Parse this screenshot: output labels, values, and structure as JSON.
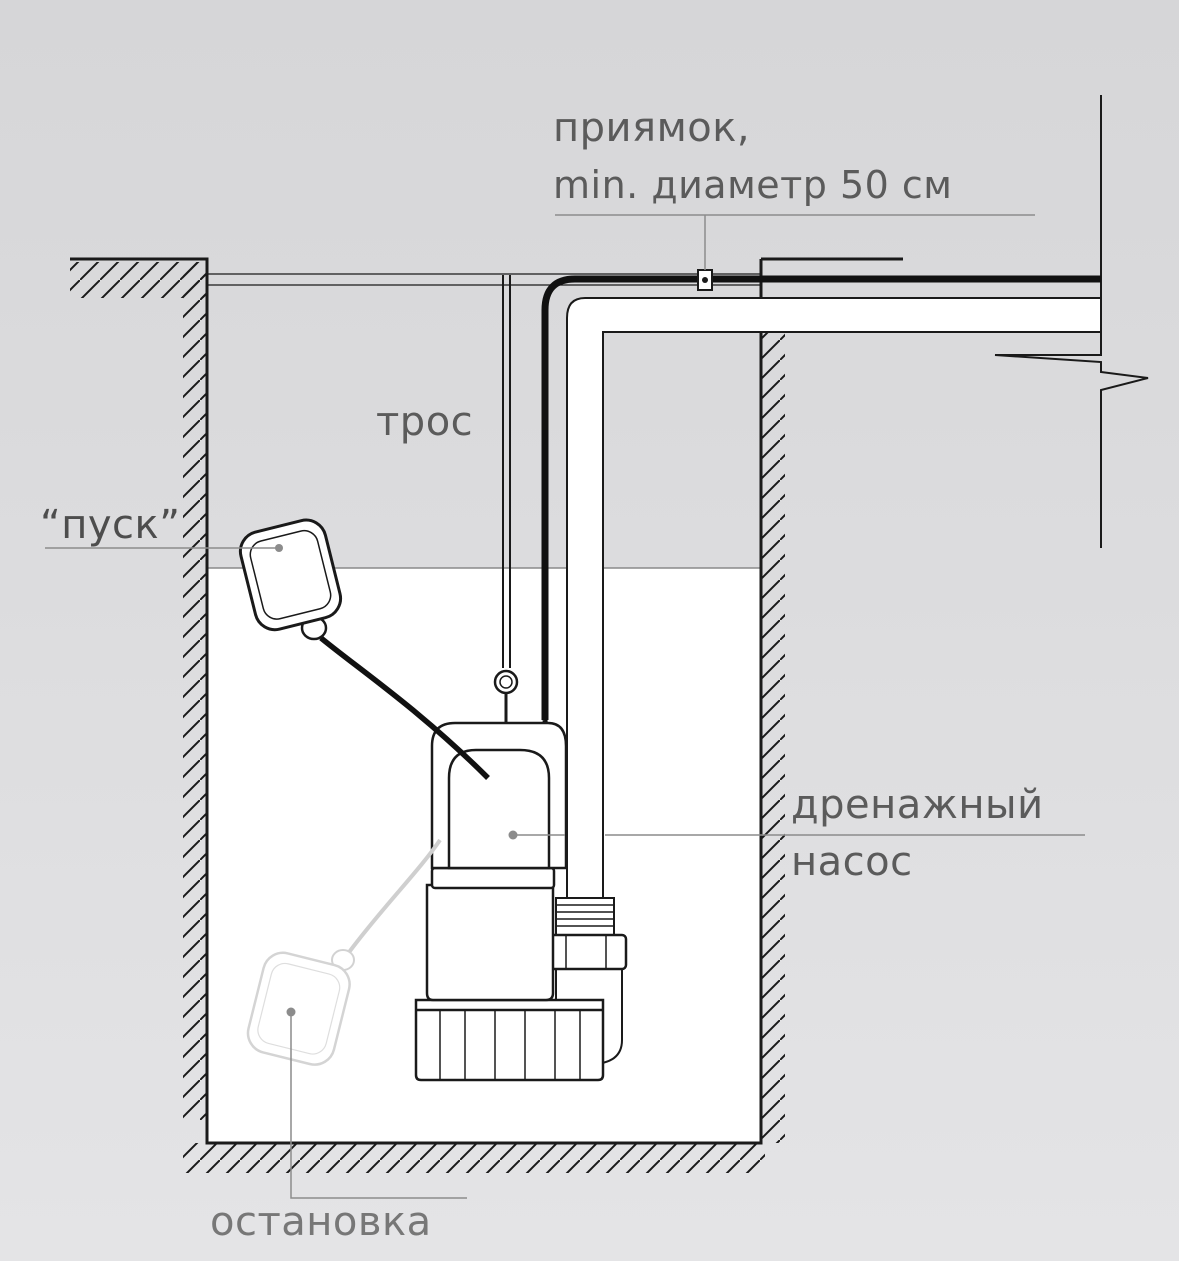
{
  "labels": {
    "pit": [
      "приямок,",
      "min. диаметр 50 см"
    ],
    "rope": "трос",
    "start": "“пуск”",
    "pump": [
      "дренажный",
      "насос"
    ],
    "stop": "остановка"
  },
  "colors": {
    "background": "#d8d8da",
    "water": "#ffffff",
    "line": "#1a1a1a",
    "label": "#5b5b5b",
    "faded_float": "#cfcfcf"
  }
}
